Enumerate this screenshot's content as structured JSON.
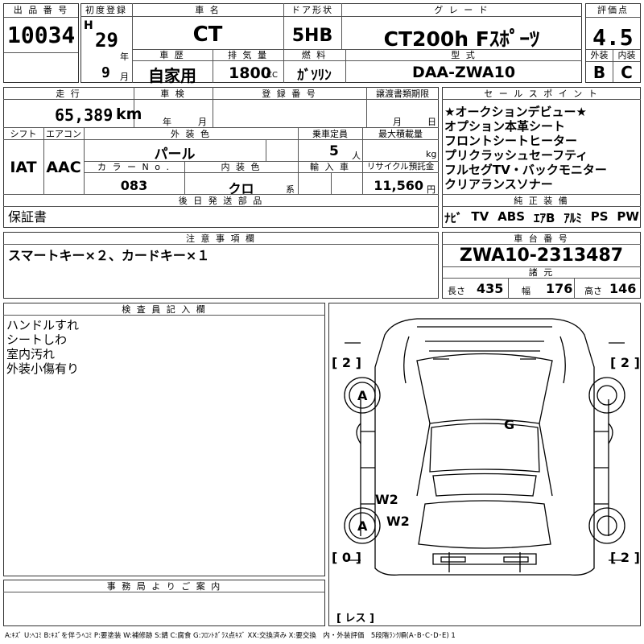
{
  "lot": {
    "label": "出 品 番 号",
    "value": "10034"
  },
  "first_reg": {
    "label": "初度登録",
    "era": "H",
    "year": "29",
    "year_unit": "年",
    "month_label": "車 歴",
    "month": "9",
    "month_unit": "月"
  },
  "car_name": {
    "label": "車 名",
    "value": "CT"
  },
  "history": {
    "value": "自家用"
  },
  "displacement": {
    "label": "排 気 量",
    "value": "1800",
    "unit": "CC"
  },
  "door": {
    "label": "ドア形状",
    "value": "5HB"
  },
  "fuel": {
    "label": "燃 料",
    "value": "ｶﾞｿﾘﾝ"
  },
  "grade": {
    "label": "グ レ ー ド",
    "value": "CT200h Fｽﾎﾟｰﾂ"
  },
  "model_code": {
    "label": "型 式",
    "value": "DAA-ZWA10"
  },
  "score": {
    "label": "評価点",
    "value": "4.5",
    "ext_label": "外装",
    "ext": "B",
    "int_label": "内装",
    "int": "C"
  },
  "mileage": {
    "label": "走 行",
    "value": "65,389",
    "unit": "km"
  },
  "inspection": {
    "label": "車 検",
    "year_unit": "年",
    "month_unit": "月"
  },
  "registration": {
    "label": "登 録 番 号"
  },
  "transfer": {
    "label": "譲渡書類期限",
    "month_unit": "月",
    "day_unit": "日"
  },
  "shift": {
    "label": "シフト",
    "value": "IAT"
  },
  "aircon": {
    "label": "エアコン",
    "value": "AAC"
  },
  "ext_color": {
    "label": "外 装 色",
    "value": "パール"
  },
  "capacity": {
    "label": "乗車定員",
    "value": "5",
    "unit": "人"
  },
  "max_load": {
    "label": "最大積載量",
    "unit": "kg"
  },
  "color_no": {
    "label": "カ ラ ー N o .",
    "value": "083"
  },
  "int_color": {
    "label": "内 装 色",
    "value": "クロ",
    "unit": "系"
  },
  "import": {
    "label": "輸 入 車"
  },
  "recycle": {
    "label": "リサイクル預託金",
    "value": "11,560",
    "unit": "円"
  },
  "later_parts": {
    "label": "後 日 発 送 部 品",
    "value": "保証書"
  },
  "sales_points": {
    "label": "セ ー ル ス ポ イ ン ト",
    "items": [
      "★オークションデビュー★",
      "オプション本革シート",
      "フロントシートヒーター",
      "プリクラッシュセーフティ",
      "フルセグTV・バックモニター",
      "クリアランスソナー"
    ]
  },
  "equipment": {
    "label": "純 正 装 備",
    "items": [
      "ﾅﾋﾞ",
      "TV",
      "ABS",
      "ｴｱB",
      "ｱﾙﾐ",
      "PS",
      "PW"
    ]
  },
  "notes": {
    "label": "注 意 事 項 欄",
    "value": "スマートキー×２、カードキー×１"
  },
  "chassis": {
    "label": "車 台 番 号",
    "value": "ZWA10-2313487"
  },
  "dims": {
    "label": "諸 元",
    "length_label": "長さ",
    "length": "435",
    "width_label": "幅",
    "width": "176",
    "height_label": "高さ",
    "height": "146"
  },
  "inspector": {
    "label": "検 査 員 記 入 欄",
    "lines": [
      "ハンドルすれ",
      "シートしわ",
      "室内汚れ",
      "外装小傷有り"
    ]
  },
  "office": {
    "label": "事 務 局 よ り ご 案 内"
  },
  "diagram": {
    "tread_fl": "[ 2 ]",
    "tread_fr": "[ 2 ]",
    "tread_rl": "[ 0 ]",
    "tread_rr": "[ 2 ]",
    "spare": "[ レス ]",
    "marks": {
      "a_front": "A",
      "g_roof": "G",
      "w2_a": "W2",
      "w2_b": "W2",
      "a_rear": "A"
    }
  },
  "legend": "A:ｷｽﾞ U:ﾍｺﾐ B:ｷｽﾞを伴うﾍｺﾐ P:要塗装 W:補修跡 S:錆 C:腐食 G:ﾌﾛﾝﾄｶﾞﾗｽ点ｷｽﾞ XX:交換済み X:要交換　内・外装評価　5段階ﾗﾝｸ順(A･B･C･D･E) 1"
}
